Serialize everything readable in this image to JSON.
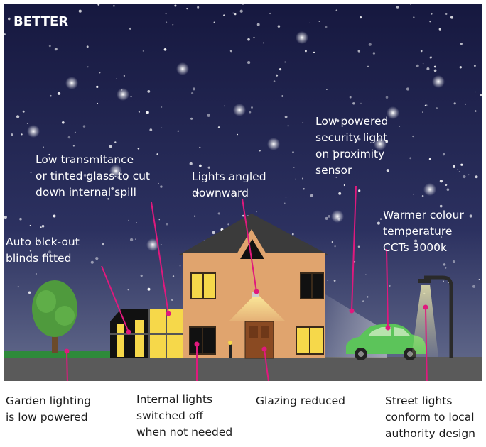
{
  "heading": "BETTER",
  "colors": {
    "sky_top": "#16183f",
    "sky_bottom": "#5f6789",
    "house": "#e0a46e",
    "roof": "#3b3b3b",
    "window_lit": "#f6d84a",
    "leader": "#e0197d",
    "car": "#5cc45a",
    "tree": "#4f9a3d",
    "ground": "#5a5a5a",
    "grass": "#2e8a3a"
  },
  "labels": {
    "low_transmitance": "Low transmitance\nor tinted glass to cut\ndown internal spill",
    "lights_angled": "Lights angled\ndownward",
    "security_light": "Low powered\nsecurity light\non proximity\nsensor",
    "warmer_colour": "Warmer colour\ntemperature\nCCTs 3000k",
    "blinds": "Auto blck-out\nblinds fitted",
    "garden_lighting": "Garden lighting\nis low powered",
    "internal_lights": "Internal lights\nswitched off\nwhen not needed",
    "glazing": "Glazing reduced",
    "street_lights": "Street lights\nconform to local\nauthority design"
  }
}
